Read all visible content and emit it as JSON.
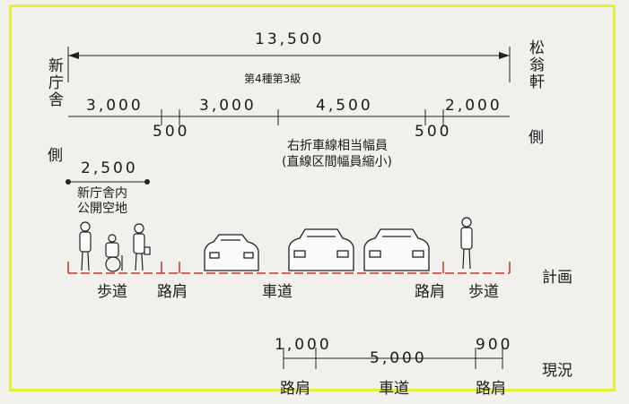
{
  "total_width": "13,500",
  "road_class": "第4種第3級",
  "left_side_label": "新庁舎",
  "left_side_suffix": "側",
  "right_side_label": "松翁軒",
  "right_side_suffix": "側",
  "planned_dims": {
    "sidewalk_left": "3,000",
    "shoulder_left": "500",
    "lane_left": "3,000",
    "lane_right": "4,500",
    "shoulder_right": "500",
    "sidewalk_right": "2,000"
  },
  "open_space_width": "2,500",
  "open_space_label_1": "新庁舎内",
  "open_space_label_2": "公開空地",
  "turn_lane_note_1": "右折車線相当幅員",
  "turn_lane_note_2": "(直線区間幅員縮小)",
  "plan_sections": {
    "sidewalk_left": "歩道",
    "shoulder_left": "路肩",
    "roadway": "車道",
    "shoulder_right": "路肩",
    "sidewalk_right": "歩道"
  },
  "plan_label": "計画",
  "current_dims": {
    "shoulder_left": "1,000",
    "roadway": "5,000",
    "shoulder_right": "900"
  },
  "current_sections": {
    "shoulder_left": "路肩",
    "roadway": "車道",
    "shoulder_right": "路肩"
  },
  "current_label": "現況",
  "colors": {
    "frame": "#e6ee3a",
    "ground_line": "#c0392b",
    "ink": "#1a1a1a"
  }
}
